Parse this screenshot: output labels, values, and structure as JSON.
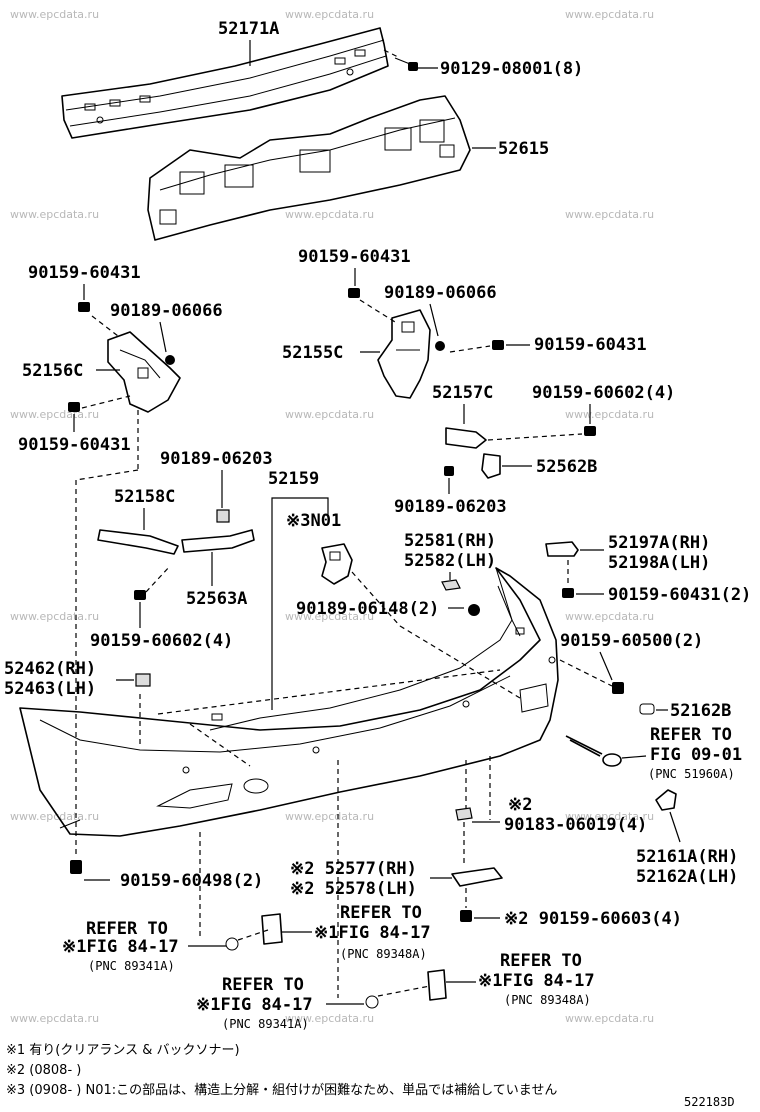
{
  "watermark": "www.epcdata.ru",
  "diagram_id": "522183D",
  "labels": {
    "p52171A": "52171A",
    "p90129": "90129-08001(8)",
    "p52615": "52615",
    "p90159_60431_a": "90159-60431",
    "p90189_06066_a": "90189-06066",
    "p52156C": "52156C",
    "p90159_60431_b": "90159-60431",
    "p90159_60431_c": "90159-60431",
    "p90189_06066_b": "90189-06066",
    "p52155C": "52155C",
    "p90159_60431_d": "90159-60431",
    "p52157C": "52157C",
    "p90159_60602_a": "90159-60602(4)",
    "p52562B": "52562B",
    "p90189_06203_a": "90189-06203",
    "p52159": "52159",
    "p52158C": "52158C",
    "p90189_06203_b": "90189-06203",
    "pN01": "※3N01",
    "p52581": "52581(RH)",
    "p52582": "52582(LH)",
    "p52197A": "52197A(RH)",
    "p52198A": "52198A(LH)",
    "p52563A": "52563A",
    "p90159_60431_e": "90159-60431(2)",
    "p90159_60602_b": "90159-60602(4)",
    "p90189_06148": "90189-06148(2)",
    "p52462": "52462(RH)",
    "p52463": "52463(LH)",
    "p90159_60500": "90159-60500(2)",
    "p52162B": "52162B",
    "p_refer_0901": "REFER TO",
    "p_fig_0901": "FIG 09-01",
    "p_pnc_51960A": "(PNC 51960A)",
    "p90183_mark": "※2",
    "p90183": "90183-06019(4)",
    "p52161A": "52161A(RH)",
    "p52162A": "52162A(LH)",
    "p90159_60498": "90159-60498(2)",
    "p52577": "※2 52577(RH)",
    "p52578": "※2 52578(LH)",
    "p90159_60603": "※2 90159-60603(4)",
    "refer_a_1": "REFER TO",
    "refer_a_2": "※1FIG 84-17",
    "refer_a_3": "(PNC 89341A)",
    "refer_b_1": "REFER TO",
    "refer_b_2": "※1FIG 84-17",
    "refer_b_3": "(PNC 89348A)",
    "refer_c_1": "REFER TO",
    "refer_c_2": "※1FIG 84-17",
    "refer_c_3": "(PNC 89348A)",
    "refer_d_1": "REFER TO",
    "refer_d_2": "※1FIG 84-17",
    "refer_d_3": "(PNC 89341A)"
  },
  "notes": [
    "※1 有り(クリアランス & バックソナー)",
    "※2 (0808-       )",
    "※3 (0908-       ) N01:この部品は、構造上分解・組付けが困難なため、単品では補給していません"
  ]
}
